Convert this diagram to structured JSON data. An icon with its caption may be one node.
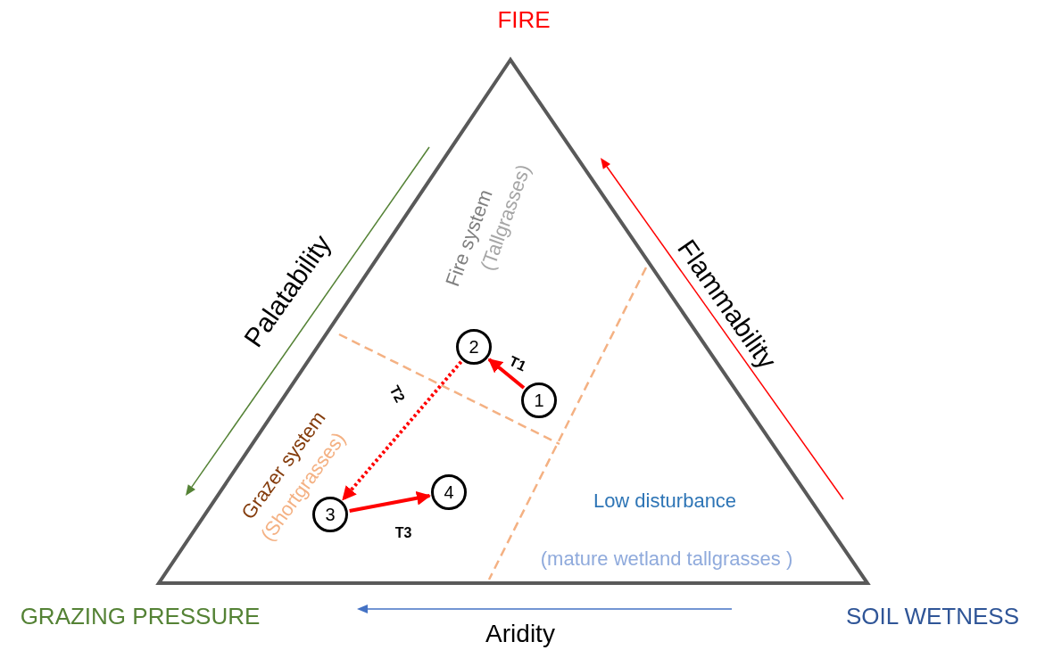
{
  "diagram": {
    "nodes": [
      {
        "text": [
          "1"
        ]
      },
      {
        "text": [
          "2"
        ]
      },
      {
        "text": [
          "3"
        ]
      },
      {
        "text": [
          "4"
        ]
      }
    ],
    "edges": [
      {
        "from": 0,
        "to": 1,
        "arrow": "to",
        "label": "T1"
      },
      {
        "from": 1,
        "to": 2,
        "arrow": "to",
        "label": "T2",
        "style": "dashed"
      },
      {
        "from": 2,
        "to": 3,
        "arrow": "to",
        "label": "T3"
      }
    ],
    "labels": [
      "FIRE",
      "Palatability",
      "Fire system",
      "(Tallgrasses)",
      "Flammability",
      "Grazer system",
      "(Shortgrasses)",
      "Low disturbance",
      "(mature wetland tallgrasses )",
      "GRAZING PRESSURE",
      "Aridity",
      "SOIL WETNESS"
    ]
  }
}
